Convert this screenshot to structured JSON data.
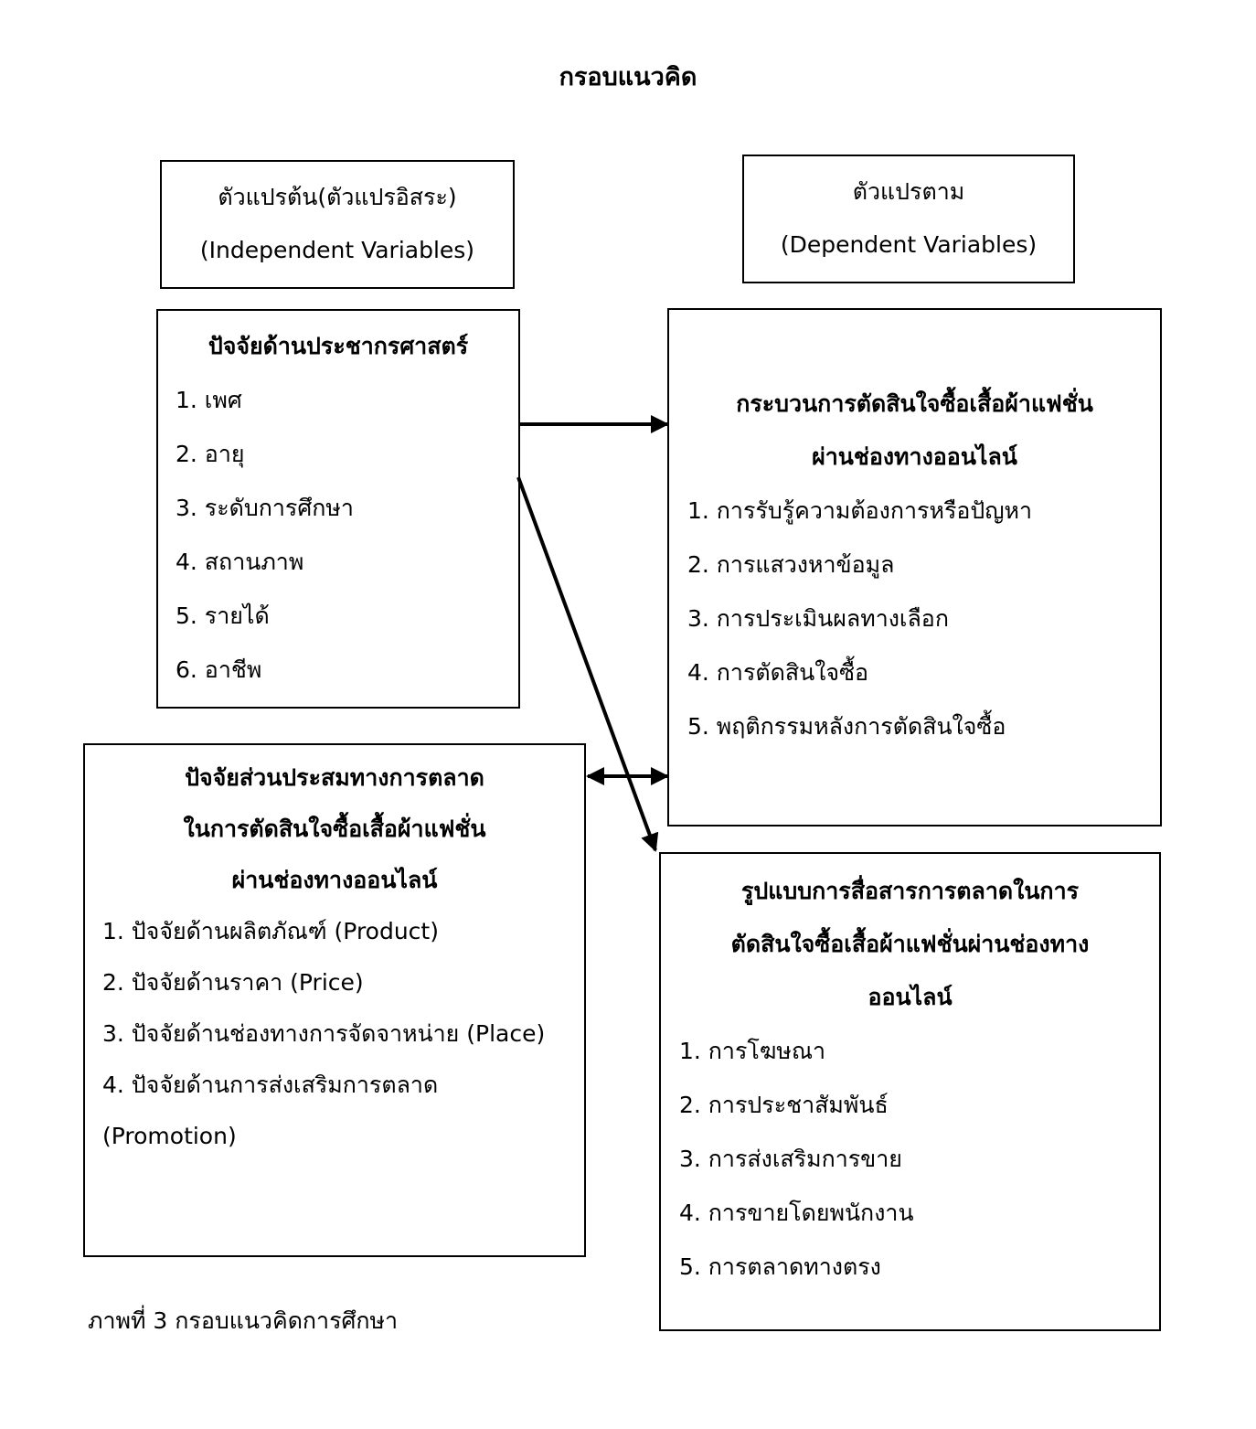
{
  "title": "กรอบแนวคิด",
  "independent_header": {
    "thai": "ตัวแปรต้น(ตัวแปรอิสระ)",
    "english": "(Independent Variables)"
  },
  "dependent_header": {
    "thai": "ตัวแปรตาม",
    "english": "(Dependent Variables)"
  },
  "demographics": {
    "title": "ปัจจัยด้านประชากรศาสตร์",
    "items": [
      "1. เพศ",
      "2. อายุ",
      "3. ระดับการศึกษา",
      "4. สถานภาพ",
      "5. รายได้",
      "6. อาชีพ"
    ]
  },
  "decision_process": {
    "title_line1": "กระบวนการตัดสินใจซื้อเสื้อผ้าแฟชั่น",
    "title_line2": "ผ่านช่องทางออนไลน์",
    "items": [
      "1. การรับรู้ความต้องการหรือปัญหา",
      "2. การแสวงหาข้อมูล",
      "3. การประเมินผลทางเลือก",
      "4. การตัดสินใจซื้อ",
      "5. พฤติกรรมหลังการตัดสินใจซื้อ"
    ]
  },
  "marketing_mix": {
    "title_line1": "ปัจจัยส่วนประสมทางการตลาด",
    "title_line2": "ในการตัดสินใจซื้อเสื้อผ้าแฟชั่น",
    "title_line3": "ผ่านช่องทางออนไลน์",
    "items": [
      "1. ปัจจัยด้านผลิตภัณฑ์ (Product)",
      "2. ปัจจัยด้านราคา (Price)",
      "3. ปัจจัยด้านช่องทางการจัดจาหน่าย (Place)",
      "4. ปัจจัยด้านการส่งเสริมการตลาด",
      "(Promotion)"
    ]
  },
  "communication": {
    "title_line1": "รูปแบบการสื่อสารการตลาดในการ",
    "title_line2": "ตัดสินใจซื้อเสื้อผ้าแฟชั่นผ่านช่องทาง",
    "title_line3": "ออนไลน์",
    "items": [
      "1. การโฆษณา",
      "2. การประชาสัมพันธ์",
      "3. การส่งเสริมการขาย",
      "4. การขายโดยพนักงาน",
      "5. การตลาดทางตรง"
    ]
  },
  "caption": "ภาพที่ 3 กรอบแนวคิดการศึกษา"
}
